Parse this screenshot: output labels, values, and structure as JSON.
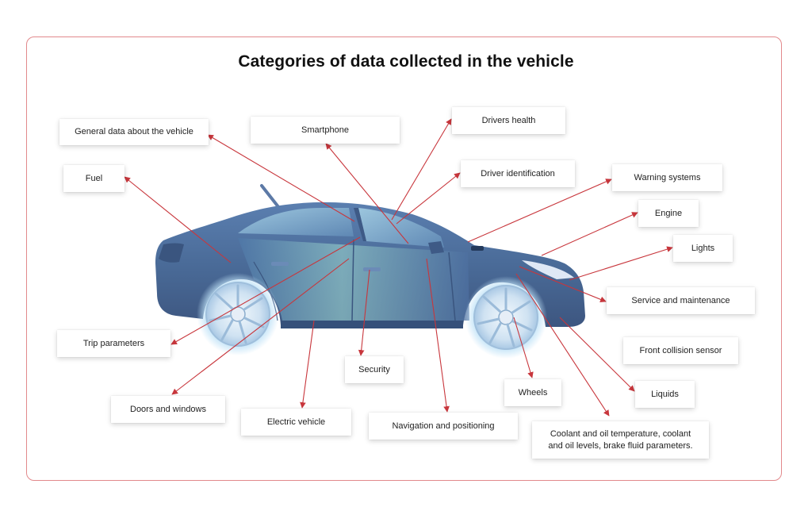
{
  "title": "Categories of data collected in the vehicle",
  "colors": {
    "accent": "#c8363c",
    "frame": "#e2898c",
    "car_body": "#4a6d9c"
  },
  "labels": {
    "general": "General data about the vehicle",
    "smartphone": "Smartphone",
    "drivers_health": "Drivers health",
    "driver_identification": "Driver identification",
    "warning_systems": "Warning systems",
    "fuel": "Fuel",
    "engine": "Engine",
    "lights": "Lights",
    "service": "Service and maintenance",
    "front_collision": "Front collision sensor",
    "trip": "Trip parameters",
    "security": "Security",
    "wheels": "Wheels",
    "liquids": "Liquids",
    "doors": "Doors and windows",
    "electric": "Electric vehicle",
    "navigation": "Navigation and positioning",
    "coolant_line1": "Coolant and oil temperature, coolant",
    "coolant_line2": "and oil levels, brake fluid parameters."
  }
}
